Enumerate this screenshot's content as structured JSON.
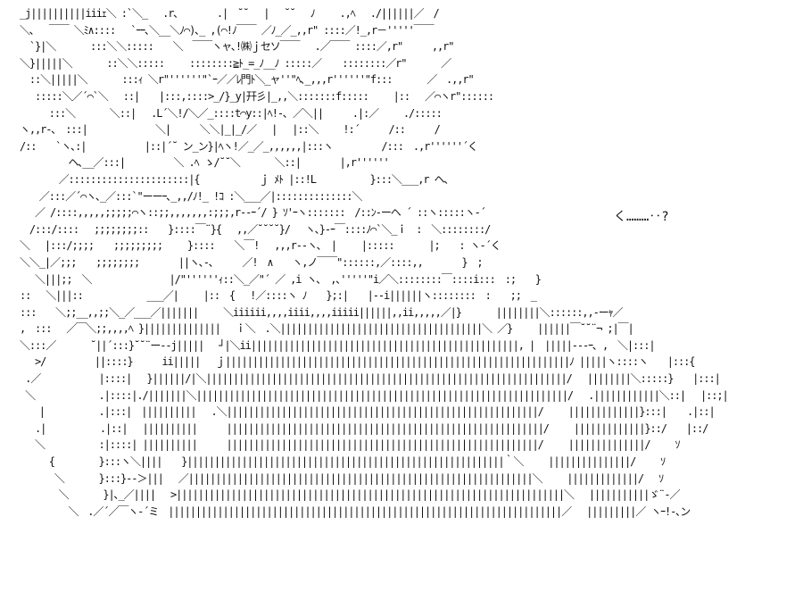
{
  "caption": "く………‥?",
  "art_lines": [
    "_j||||||||||iiiｪ＼ :`＼_　 .r､　　　　.|　˘˘　 |　 ˘˘ 　ﾉ　　 .,ﾍ　 ./||||||／　/",
    "＼､　 ￣￣ ＼ﾐ∧:::: 　`ｰｰ､＼__＼ﾉ⌒)､_ ,(⌒!ﾉ￣￣ ／ﾉ_／_,,r\" ::::／!_,r－'''''￣￣",
    "　`}|＼　　　 :::＼＼:::::　　＼　￣￣ヽャ､!㈱ｊセソ￣￣　 .／￣￣ ::::／,r\"　　　,,r\"",
    "＼}|||||＼　　　 ::＼＼:::::　　 ::::::::≧ﾄ_=_ﾉ__ﾉ :::::／ 　 ::::::::／r\"　　　 ／",
    "　::＼|||||＼　　　 :::ｨ ＼r\"''''''\"`ｰ／／ﾚ門ﾄ＼_ャ''\"ﾍ､_,,,r''''''\"f:::　　　 ／　.,,r\"",
    "　 :::::＼／´⌒`＼　 ::|　　|:::,::::>_/}_y|幵彡|_,,＼:::::::f:::::　　 |:: 　／⌒ヽr\"::::::",
    "　　　:::＼　　　 ＼::|　 .L´＼!/＼／_::::t⌒y::|ﾍ!-､ ／＼||　　　.|:／　　 ./:::::",
    "ヽ,,r-､　:::|　　　　　　　＼|　　　＼＼|_|_/／　 |　 |::＼　　 !:´　　　/::　　　/",
    "/::　　`ヽ､:|　　　　　　|::|´˘ ン_ン}|ﾍヽ!／_／_,,,,,,|:::ヽ　　　　　/:::　.,r''''''´く",
    "　　　　　ヘ､__／:::|　　　　　＼ .ﾍ ゝ/˘˘＼　　　 ＼::|　　　　|,r''''''",
    "　　　　／::::::::::::::::::::::|{　　　　 　 ｊ ﾒﾄ |::!L　　　　　 }:::＼___,r ヘ､",
    "　　／:::／´⌒ヽ､_／:::`\"ーーｰ､_,,/ﾉ!_ !ｺ :＼___／|::::::::::::::＼",
    "　 ／ /::::,,,,,;;;;;⌒ヽ::;;,,,,,,,:;;;,r--ｰ´/ } ｿ'ｰヽ:::::::　/::ﾝ-ーヘ ´ ::ヽ:::::ヽ-´",
    "　/:::/::::　 ;;;;;;;;::　　}::::￣¨}{　 ,,／˘˘˘˘}/　 ヽ､}-ｰ￣::::ﾉ⌒`＼_ｉ　:　＼::::::::/",
    "＼　 |:::/;;;;　　;;;;;;;;;　　 }::::　　＼￣!　 ,,,r--ヽ､　|　　 |:::::　　　 |;　　: ヽ-´く",
    "＼＼_|／;;;　　;;;;;;;;　　　　||ヽ､-､　　　／!　∧　　ヽ,ノ￣￣\"::::::,／::::,,　　　　}　;",
    "　 ＼|||;;　＼　　　　　　　　|/\"''''''ｨ::＼_／\"´ ／ ,i ヽ､　,､'''''\"i／＼::::::::￣::::i:::　:;　　}",
    "::　 ＼|||::　　　　　　 ___／|　　 |::　{　 !／::::ヽ ﾉ　　};:|　　|--i||||||ヽ::::::::　:　　;;　_",
    ":::　　＼;;__,,;;＼_／___／|||||||　　 ＼iiiiii,,,,iiii,,,,iiiii||||||,,ii,,,,,／|}　　　 ||||||||＼::::::,,-ーｬ／",
    ",　:::　 ／￣＼;;,,,,ﾍ }||||||||||||||　 ｉ＼　.＼|||||||||||||||||||||||||||||||||||||＼ ／}　　 ||||||￣˘˘¨¬ ;|￣|",
    "＼:::／　　　 ˘||´:::}˘˘¨ー--j|||||　 ┘|＼ii|||||||||||||||||||||||||||||||||||||||||||||||||, |　|||||---ｰ､ ,　＼|:::|",
    "　 >/　　　　　||::::}　　　ii|||||　 ｊ|||||||||||||||||||||||||||||||||||||||||||||||||||||||||||||||ﾉ |||||ヽ::::ヽ　　|:::{",
    " .／　　　　　　|::::|　 }||||||/|＼||||||||||||||||||||||||||||||||||||||||||||||||||||||||||||||||||/　 ||||||||＼:::::}　　|:::|",
    " ＼　　　　　　 .|::::|./|||||||＼||||||||||||||||||||||||||||||||||||||||||||||||||||||||||||||||||||/　 .||||||||||||＼::|　 |::;|",
    "　　|　　　　　 .|:::|　||||||||||　 .＼|||||||||||||||||||||||||||||||||||||||||||||||||||||||||/　　 |||||||||||||}:::| 　 .|::|",
    "　 .|　　　　　 .|::| 　||||||||||　　　||||||||||||||||||||||||||||||||||||||||||||||||||||||||||/　　 |||||||||||||}::/　　|::/",
    "　 ＼　　　　　 :|::::| ||||||||||　　　|||||||||||||||||||||||||||||||||||||||||||||||||||||||||/　　 ||||||||||||||/　　 ｿ",
    "　　　{　　　　 }:::ヽ＼||||　　}||||||||||||||||||||||||||||||||||||||||||||||||||||||||||｀＼　　 |||||||||||||||/　　 ｿ",
    "　　　 ＼　　　 }:::}--＞|||　 ／|||||||||||||||||||||||||||||||||||||||||||||||||||||||||||||||＼　　 |||||||||||||/　 ｿ",
    "　　　　＼　　　 }|､_／||||　 >|||||||||||||||||||||||||||||||||||||||||||||||||||||||||||||||||||||||＼　 |||||||||||ゞ¨-／",
    "　　　　　＼　.／´／￣ヽ-´ミ　||||||||||||||||||||||||||||||||||||||||||||||||||||||||||||||||||||||||／　 |||||||||／ ヽｰ!-､ン"
  ]
}
